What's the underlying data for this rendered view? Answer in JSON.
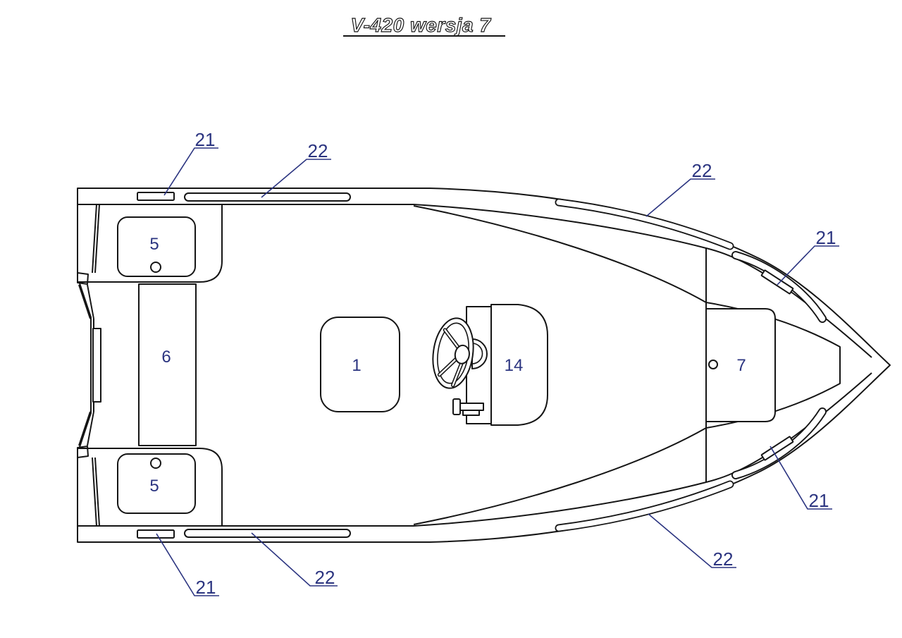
{
  "title": {
    "text": "V-420 wersja 7"
  },
  "colors": {
    "line": "#151515",
    "label": "#2b3480",
    "background": "#ffffff"
  },
  "diagram_type": "boat-deck-plan-top-view",
  "parts": {
    "center_seat": "1",
    "stern_hatch_top": "5",
    "stern_hatch_bottom": "5",
    "stern_bench": "6",
    "bow_locker": "7",
    "steering_console": "14"
  },
  "callouts": {
    "top_left_21": "21",
    "top_left_22": "22",
    "top_right_22": "22",
    "top_right_21": "21",
    "bottom_right_21": "21",
    "bottom_right_22": "22",
    "bottom_left_22": "22",
    "bottom_left_21": "21"
  }
}
